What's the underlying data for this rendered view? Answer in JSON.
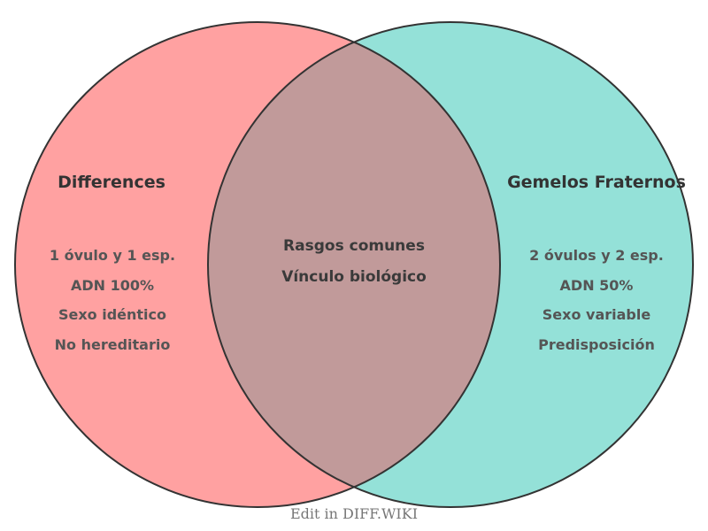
{
  "diagram": {
    "left": {
      "title": "Differences",
      "items": [
        "1 óvulo y 1 esp.",
        "ADN 100%",
        "Sexo idéntico",
        "No hereditario"
      ],
      "fill_color": "#FFA1A1"
    },
    "right": {
      "title": "Gemelos Fraternos",
      "items": [
        "2 óvulos y 2 esp.",
        "ADN 50%",
        "Sexo variable",
        "Predisposición"
      ],
      "fill_color": "#94E1D8"
    },
    "overlap": {
      "items": [
        "Rasgos comunes",
        "Vínculo biológico"
      ],
      "fill_color": "#C19A9A"
    },
    "outline_color": "#333333",
    "title_text_color": "#333333",
    "item_text_color": "#555555",
    "overlap_text_color": "#3A3A3A"
  },
  "footer": {
    "caption": "Edit in DIFF.WIKI",
    "text_color": "#777777"
  }
}
